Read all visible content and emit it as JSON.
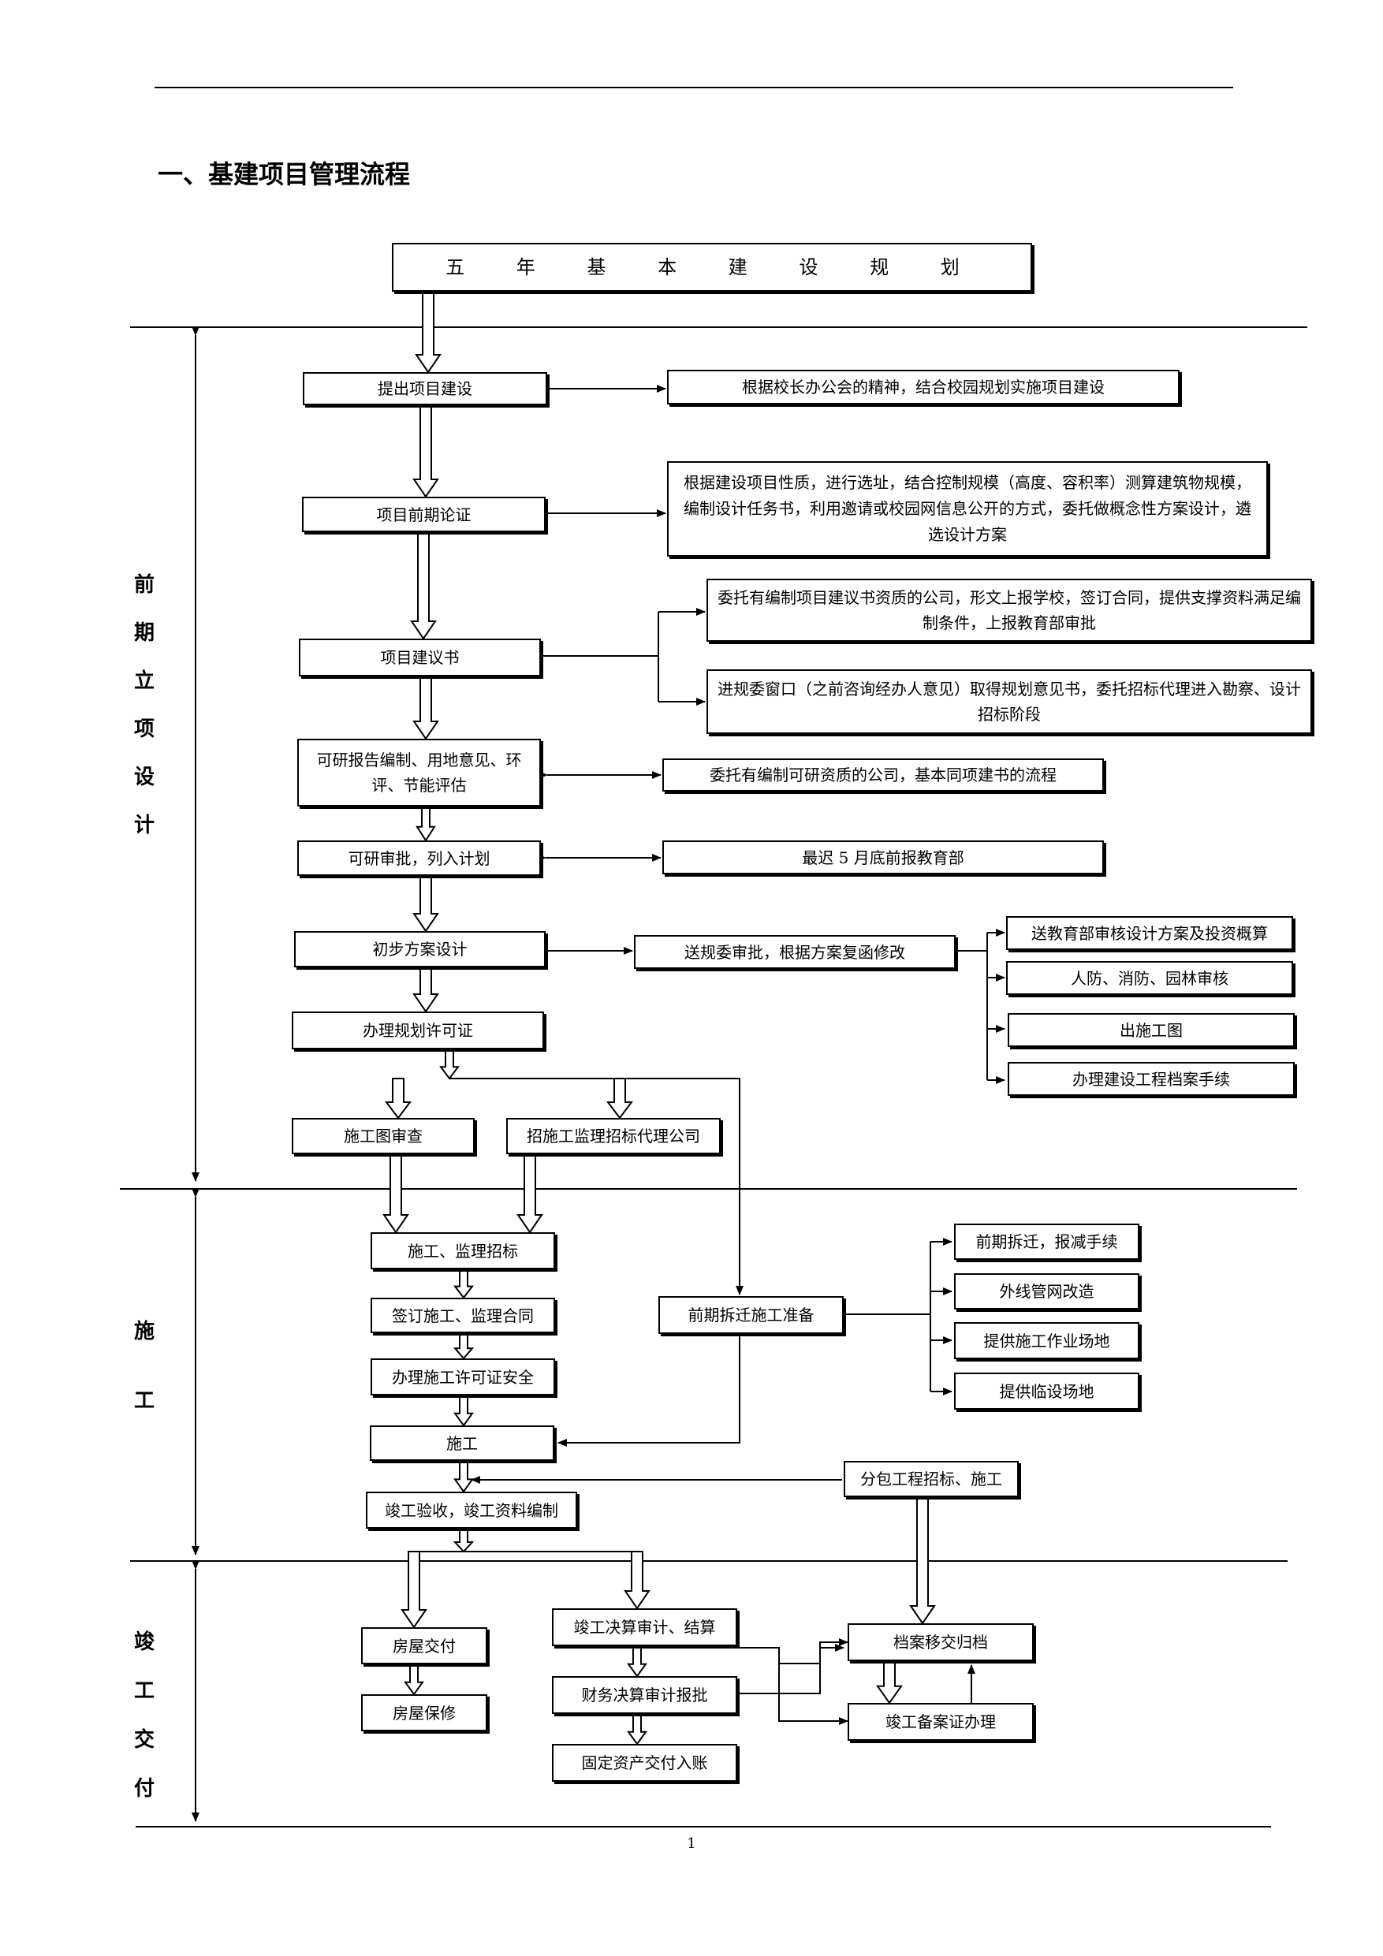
{
  "title": "一、基建项目管理流程",
  "top_box": "五 年 基 本 建 设 规 划",
  "phases": {
    "pre": [
      "前",
      "期",
      "立",
      "项",
      "设",
      "计"
    ],
    "construction": [
      "施",
      "工"
    ],
    "completion": [
      "竣",
      "工",
      "交",
      "付"
    ]
  },
  "steps": {
    "propose": "提出项目建设",
    "propose_note": "根据校长办公会的精神，结合校园规划实施项目建设",
    "feasibility_pre": "项目前期论证",
    "feasibility_pre_note": "根据建设项目性质，进行选址，结合控制规模（高度、容积率）测算建筑物规模，编制设计任务书，利用邀请或校园网信息公开的方式，委托做概念性方案设计，遴选设计方案",
    "proposal": "项目建议书",
    "proposal_note_1": "委托有编制项目建议书资质的公司，形文上报学校，签订合同，提供支撑资料满足编制条件，上报教育部审批",
    "proposal_note_2": "进规委窗口（之前咨询经办人意见）取得规划意见书，委托招标代理进入勘察、设计招标阶段",
    "study": "可研报告编制、用地意见、环评、节能评估",
    "study_note": "委托有编制可研资质的公司，基本同项建书的流程",
    "study_approval": "可研审批，列入计划",
    "study_approval_note": "最迟 5 月底前报教育部",
    "prelim_design": "初步方案设计",
    "prelim_design_note": "送规委审批，根据方案复函修改",
    "design_sub_1": "送教育部审核设计方案及投资概算",
    "design_sub_2": "人防、消防、园林审核",
    "design_sub_3": "出施工图",
    "design_sub_4": "办理建设工程档案手续",
    "planning_permit": "办理规划许可证",
    "drawing_review": "施工图审查",
    "agency_tender": "招施工监理招标代理公司",
    "construction_tender": "施工、监理招标",
    "sign_contract": "签订施工、监理合同",
    "construction_permit": "办理施工许可证安全",
    "construction": "施工",
    "acceptance": "竣工验收，竣工资料编制",
    "demolition": "前期拆迁施工准备",
    "demolition_sub_1": "前期拆迁，报减手续",
    "demolition_sub_2": "外线管网改造",
    "demolition_sub_3": "提供施工作业场地",
    "demolition_sub_4": "提供临设场地",
    "subcontract": "分包工程招标、施工",
    "handover": "房屋交付",
    "warranty": "房屋保修",
    "final_audit": "竣工决算审计、结算",
    "finance_approval": "财务决算审计报批",
    "fixed_assets": "固定资产交付入账",
    "archive": "档案移交归档",
    "record_filing": "竣工备案证办理"
  },
  "page_number": "1"
}
